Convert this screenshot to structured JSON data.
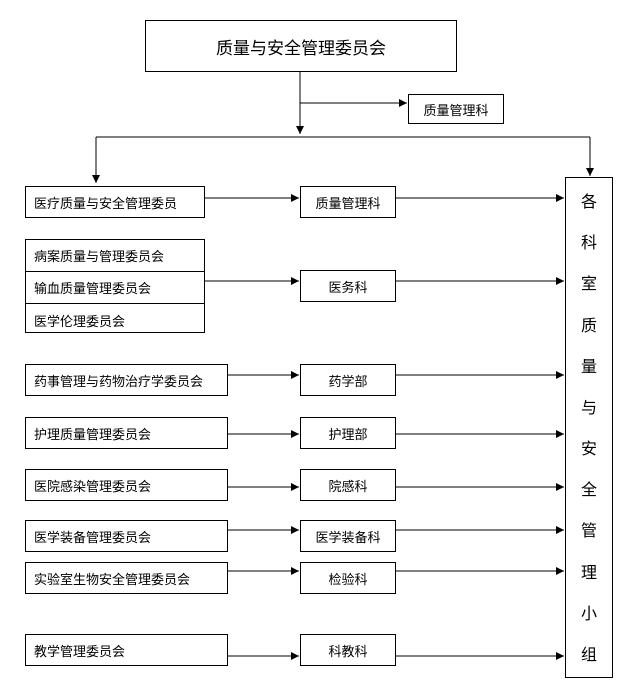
{
  "top": {
    "title": "质量与安全管理委员会",
    "side_office": "质量管理科"
  },
  "rows": [
    {
      "committees": [
        "医疗质量与安全管理委员"
      ],
      "department": "质量管理科"
    },
    {
      "committees": [
        "病案质量与管理委员会",
        "输血质量管理委员会",
        "医学伦理委员会"
      ],
      "department": "医务科"
    },
    {
      "committees": [
        "药事管理与药物治疗学委员会"
      ],
      "department": "药学部"
    },
    {
      "committees": [
        "护理质量管理委员会"
      ],
      "department": "护理部"
    },
    {
      "committees": [
        "医院感染管理委员会"
      ],
      "department": "院感科"
    },
    {
      "committees": [
        "医学装备管理委员会"
      ],
      "department": "医学装备科"
    },
    {
      "committees": [
        "实验室生物安全管理委员会"
      ],
      "department": "检验科"
    },
    {
      "committees": [
        "教学管理委员会"
      ],
      "department": "科教科"
    }
  ],
  "right_group": {
    "chars": [
      "各",
      "科",
      "室",
      "质",
      "量",
      "与",
      "安",
      "全",
      "管",
      "理",
      "小",
      "组"
    ]
  }
}
